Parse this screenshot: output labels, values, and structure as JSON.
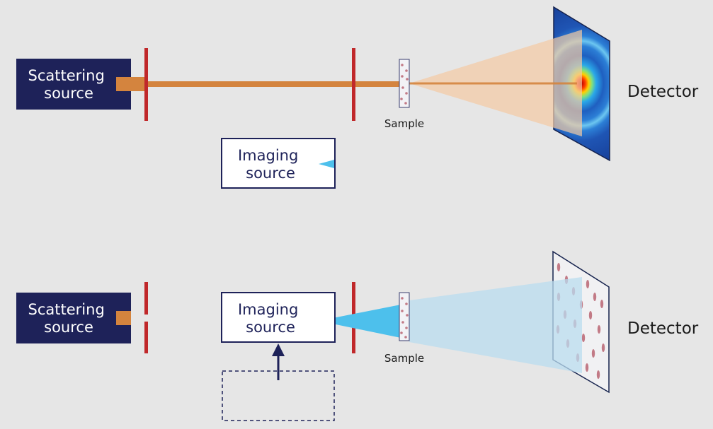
{
  "panels": [
    {
      "scattering_source_label": [
        "Scattering",
        "source"
      ],
      "imaging_source_label": [
        "Imaging",
        "source"
      ],
      "sample_label": "Sample",
      "detector_label": "Detector"
    },
    {
      "scattering_source_label": [
        "Scattering",
        "source"
      ],
      "imaging_source_label": [
        "Imaging",
        "source"
      ],
      "sample_label": "Sample",
      "detector_label": "Detector"
    }
  ],
  "colors": {
    "background": "#e6e6e6",
    "source_box": "#1e2259",
    "slit": "#c0282a",
    "beam": "#d4843e",
    "cone_orange": "#f3c9a3",
    "cone_blue": "#b9dcef",
    "imaging_beam": "#4dc0ec",
    "speckle": "#c27a86"
  }
}
